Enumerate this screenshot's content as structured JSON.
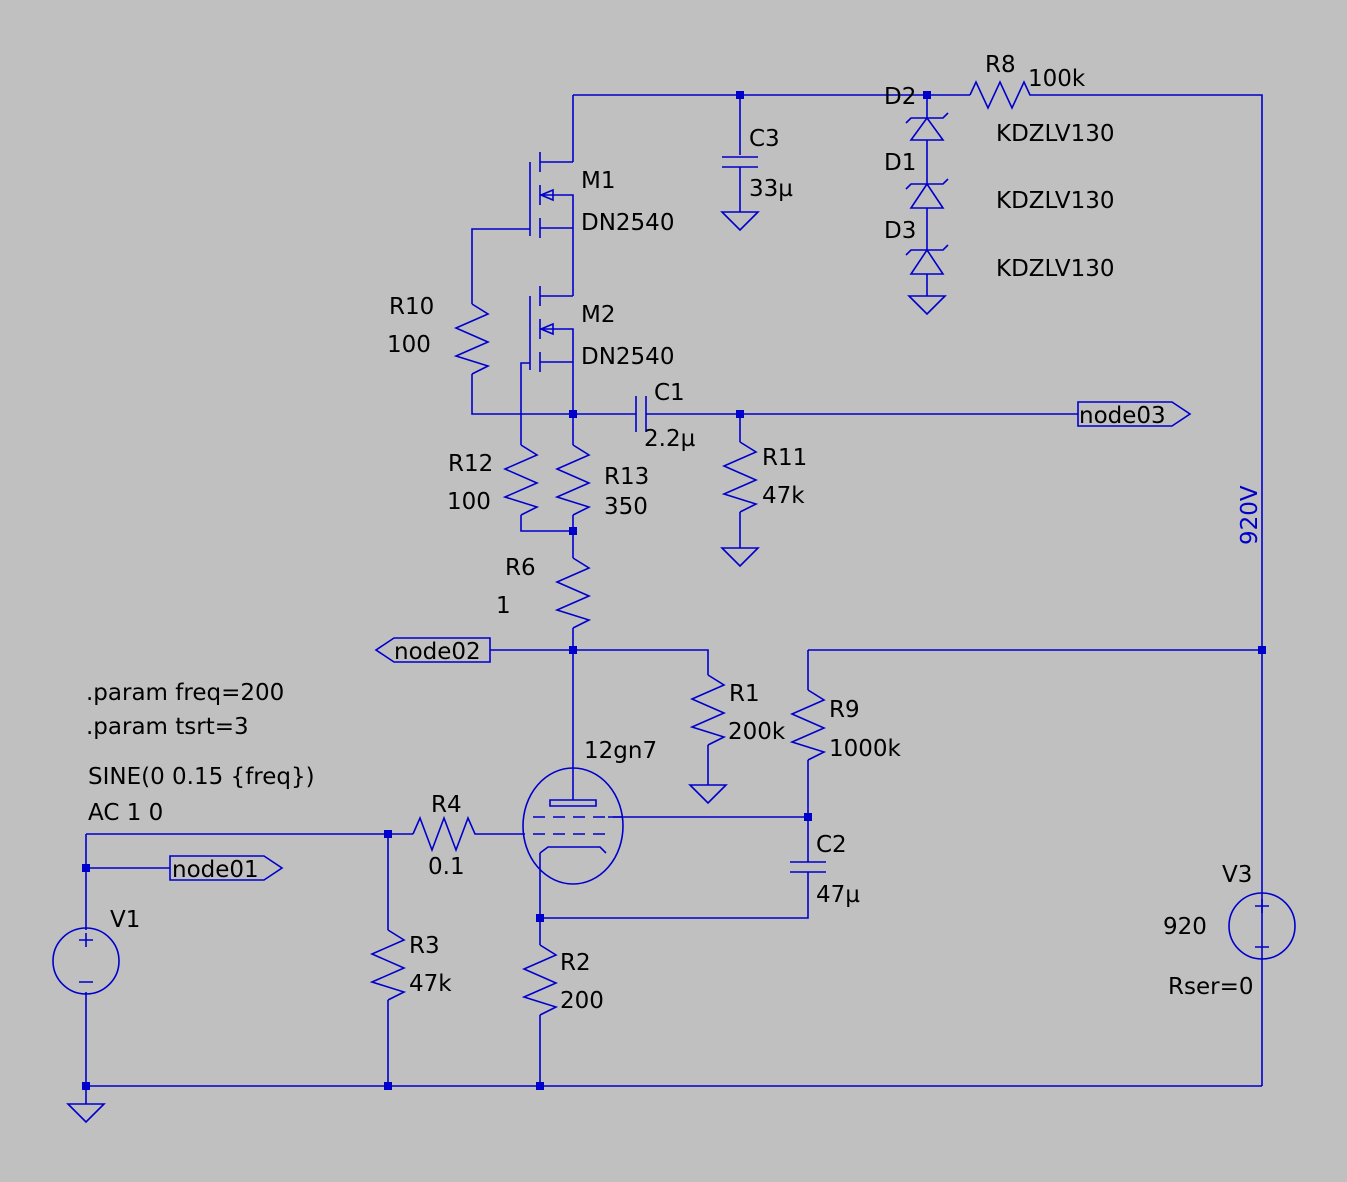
{
  "colors": {
    "background": "#c0c0c0",
    "wire": "#0000cc",
    "text": "#000000"
  },
  "components": {
    "M1": {
      "ref": "M1",
      "model": "DN2540"
    },
    "M2": {
      "ref": "M2",
      "model": "DN2540"
    },
    "C3": {
      "ref": "C3",
      "value": "33µ"
    },
    "D2": {
      "ref": "D2"
    },
    "D1": {
      "ref": "D1"
    },
    "D3": {
      "ref": "D3"
    },
    "diode_models": [
      "KDZLV130",
      "KDZLV130",
      "KDZLV130"
    ],
    "R8": {
      "ref": "R8",
      "value": "100k"
    },
    "R10": {
      "ref": "R10",
      "value": "100"
    },
    "C1": {
      "ref": "C1",
      "value": "2.2µ"
    },
    "R11": {
      "ref": "R11",
      "value": "47k"
    },
    "R12": {
      "ref": "R12",
      "value": "100"
    },
    "R13": {
      "ref": "R13",
      "value": "350"
    },
    "R6": {
      "ref": "R6",
      "value": "1"
    },
    "R1": {
      "ref": "R1",
      "value": "200k"
    },
    "R9": {
      "ref": "R9",
      "value": "1000k"
    },
    "tube": {
      "model": "12gn7"
    },
    "R4": {
      "ref": "R4",
      "value": "0.1"
    },
    "C2": {
      "ref": "C2",
      "value": "47µ"
    },
    "R3": {
      "ref": "R3",
      "value": "47k"
    },
    "R2": {
      "ref": "R2",
      "value": "200"
    },
    "V1": {
      "ref": "V1"
    },
    "V3": {
      "ref": "V3",
      "value": "920",
      "rser": "Rser=0"
    }
  },
  "net_labels": {
    "node01": "node01",
    "node02": "node02",
    "node03": "node03",
    "supply": "920V"
  },
  "directives": {
    "param_freq": ".param freq=200",
    "param_tsrt": ".param tsrt=3",
    "v1_sine": "SINE(0 0.15 {freq})",
    "v1_ac": "AC 1 0"
  }
}
